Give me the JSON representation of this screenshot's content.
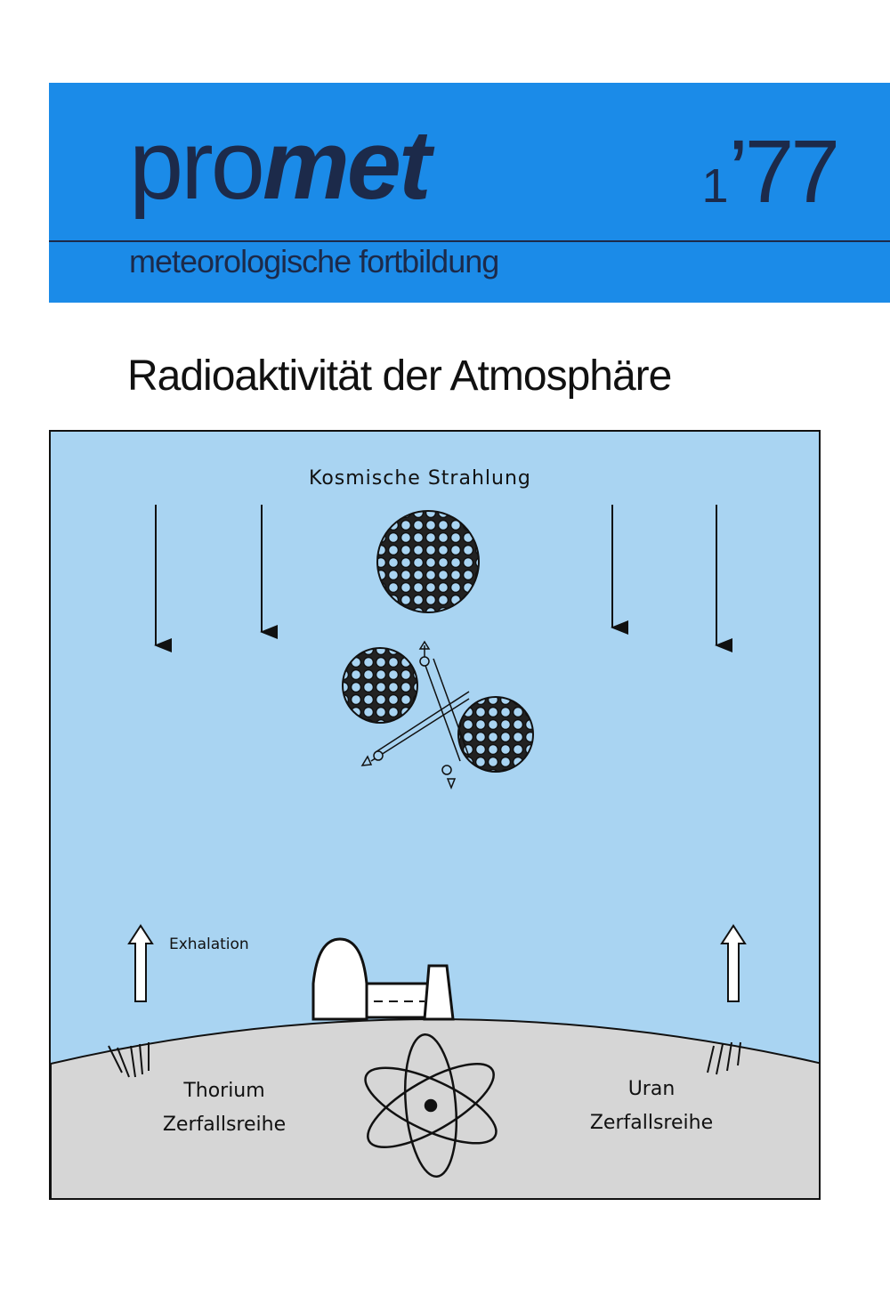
{
  "masthead": {
    "logo_light": "pro",
    "logo_bold": "met",
    "issue_number": "1",
    "issue_year": "’77",
    "subtitle": "meteorologische fortbildung"
  },
  "cover": {
    "title": "Radioaktivität der Atmosphäre"
  },
  "illustration": {
    "cosmic_label": "Kosmische Strahlung",
    "exhalation_label": "Exhalation",
    "thorium_label_1": "Thorium",
    "thorium_label_2": "Zerfallsreihe",
    "uran_label_1": "Uran",
    "uran_label_2": "Zerfallsreihe"
  },
  "colors": {
    "banner": "#1b8be8",
    "sky": "#a9d4f2",
    "ground": "#d6d6d6",
    "ink": "#1c2a4a"
  }
}
